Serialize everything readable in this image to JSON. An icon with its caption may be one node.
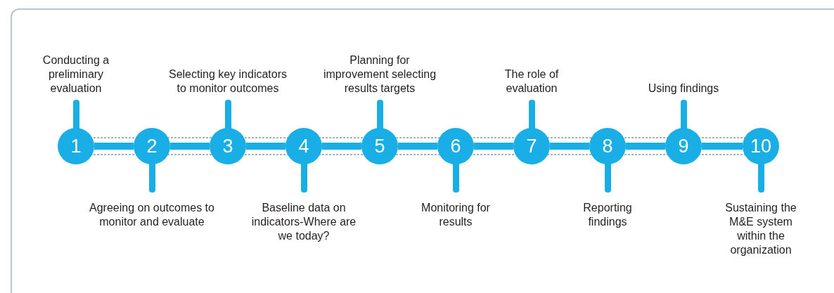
{
  "diagram": {
    "nodes": [
      {
        "text": [
          "1"
        ],
        "beside": [
          "Conducting a preliminary evaluation"
        ]
      },
      {
        "text": [
          "2"
        ],
        "beside": [
          "Agreeing on outcomes to monitor and evaluate"
        ]
      },
      {
        "text": [
          "3"
        ],
        "beside": [
          "Selecting key indicators to monitor outcomes"
        ]
      },
      {
        "text": [
          "4"
        ],
        "beside": [
          "Baseline data on indicators-Where are we today?"
        ]
      },
      {
        "text": [
          "5"
        ],
        "beside": [
          "Planning for improvement selecting results targets"
        ]
      },
      {
        "text": [
          "6"
        ],
        "beside": [
          "Monitoring for results"
        ]
      },
      {
        "text": [
          "7"
        ],
        "beside": [
          "The role of evaluation"
        ]
      },
      {
        "text": [
          "8"
        ],
        "beside": [
          "Reporting findings"
        ]
      },
      {
        "text": [
          "9"
        ],
        "beside": [
          "Using findings"
        ]
      },
      {
        "text": [
          "10"
        ],
        "beside": [
          "Sustaining the M&E system within the organization"
        ]
      }
    ],
    "edges": [
      {
        "from": 0,
        "to": 1,
        "arrow": "none"
      },
      {
        "from": 1,
        "to": 2,
        "arrow": "none"
      },
      {
        "from": 2,
        "to": 3,
        "arrow": "none"
      },
      {
        "from": 3,
        "to": 4,
        "arrow": "none"
      },
      {
        "from": 4,
        "to": 5,
        "arrow": "none"
      },
      {
        "from": 5,
        "to": 6,
        "arrow": "none"
      },
      {
        "from": 6,
        "to": 7,
        "arrow": "none"
      },
      {
        "from": 7,
        "to": 8,
        "arrow": "none"
      },
      {
        "from": 8,
        "to": 9,
        "arrow": "none"
      }
    ]
  }
}
